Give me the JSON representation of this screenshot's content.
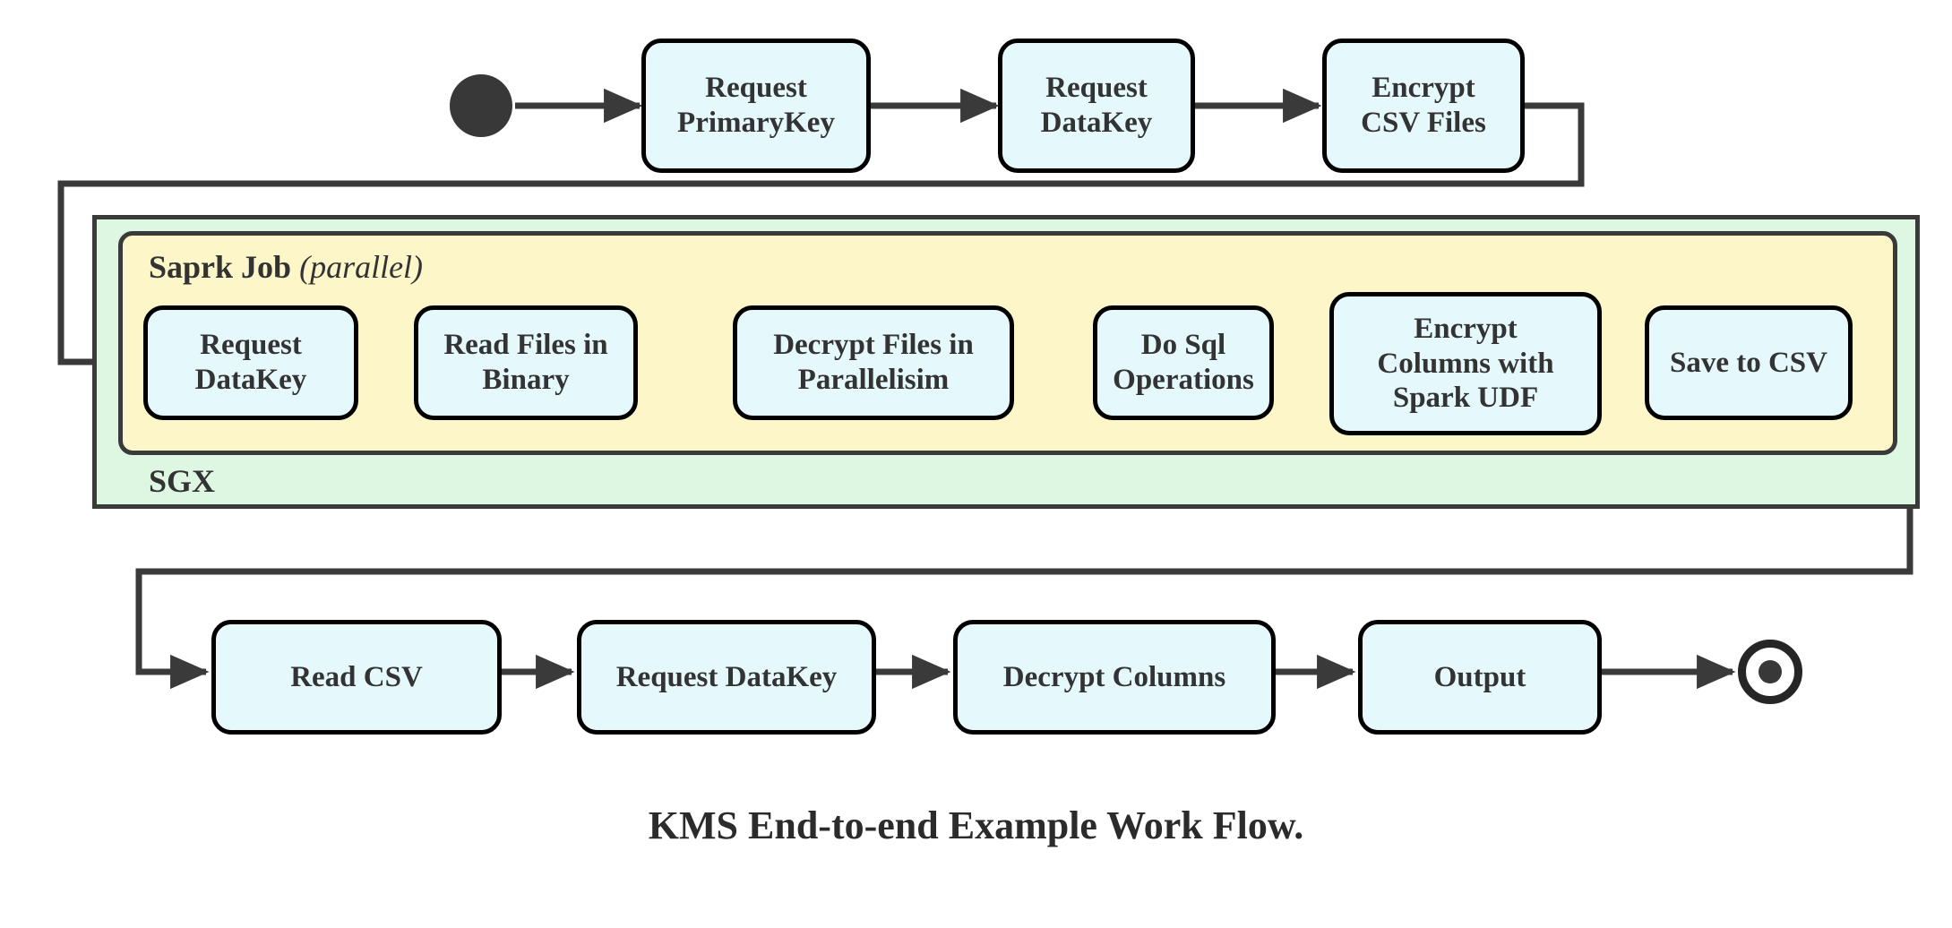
{
  "diagram": {
    "caption": "KMS End-to-end Example Work Flow.",
    "colors": {
      "node_fill": "#e5f9fc",
      "node_border": "#000000",
      "sgx_fill": "#ddf7e3",
      "spark_fill": "#fdf6c8",
      "line": "#3a3a3a",
      "text": "#333333"
    },
    "start_node": {
      "name": "start",
      "shape": "filled-circle"
    },
    "end_node": {
      "name": "end",
      "shape": "ring-with-filled-circle"
    },
    "containers": {
      "sgx": {
        "label": "SGX"
      },
      "spark": {
        "label_main": "Saprk Job",
        "label_italic": "(parallel)"
      }
    },
    "rows": {
      "top": [
        {
          "id": "request-primarykey",
          "line1": "Request",
          "line2": "PrimaryKey"
        },
        {
          "id": "request-datakey-top",
          "line1": "Request",
          "line2": "DataKey"
        },
        {
          "id": "encrypt-csv-files",
          "line1": "Encrypt",
          "line2": "CSV Files"
        }
      ],
      "middle": [
        {
          "id": "request-datakey-spark",
          "line1": "Request",
          "line2": "DataKey"
        },
        {
          "id": "read-files-in-binary",
          "line1": "Read Files in",
          "line2": "Binary"
        },
        {
          "id": "decrypt-files-in-parallelisim",
          "line1": "Decrypt Files in",
          "line2": "Parallelisim"
        },
        {
          "id": "do-sql-operations",
          "line1": "Do Sql",
          "line2": "Operations"
        },
        {
          "id": "encrypt-columns-with-spark-udf",
          "line1": "Encrypt",
          "line2": "Columns with",
          "line3": "Spark UDF"
        },
        {
          "id": "save-to-csv",
          "line1": "Save to CSV",
          "line2": ""
        }
      ],
      "bottom": [
        {
          "id": "read-csv",
          "line1": "Read CSV",
          "line2": ""
        },
        {
          "id": "request-datakey-bottom",
          "line1": "Request DataKey",
          "line2": ""
        },
        {
          "id": "decrypt-columns",
          "line1": "Decrypt Columns",
          "line2": ""
        },
        {
          "id": "output",
          "line1": "Output",
          "line2": ""
        }
      ]
    }
  }
}
